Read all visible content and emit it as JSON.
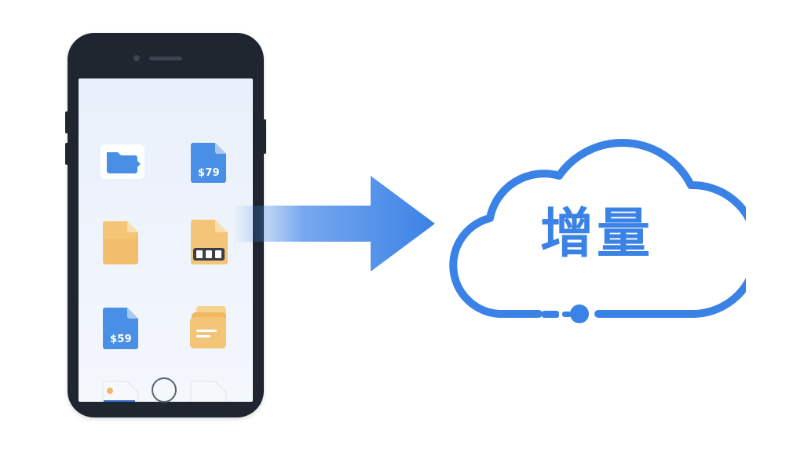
{
  "colors": {
    "accent_blue": "#3b82e6",
    "folder_yellow": "#f4c477",
    "phone_body": "#1f2630",
    "screen_bg": "#eef3fb"
  },
  "phone": {
    "files": [
      {
        "kind": "folder",
        "icon": "blue-folder-icon"
      },
      {
        "kind": "document",
        "icon": "blue-document-icon",
        "label": "$79"
      },
      {
        "kind": "document",
        "icon": "yellow-document-icon"
      },
      {
        "kind": "document",
        "icon": "yellow-battery-document-icon"
      },
      {
        "kind": "document",
        "icon": "blue-document-icon",
        "label": "$59"
      },
      {
        "kind": "folder",
        "icon": "yellow-folder-icon"
      }
    ]
  },
  "upload_arrow": {
    "icon": "right-arrow-icon"
  },
  "cloud": {
    "icon": "cloud-icon",
    "label": "增量"
  }
}
